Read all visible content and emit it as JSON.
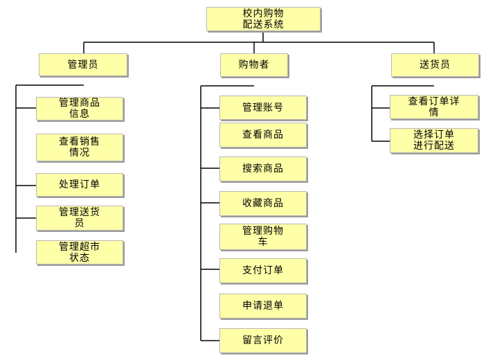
{
  "root": {
    "label": "校内购物\n配送系统"
  },
  "branches": {
    "admin": {
      "label": "管理员",
      "children": [
        "管理商品\n信息",
        "查看销售\n情况",
        "处理订单",
        "管理送货\n员",
        "管理超市\n状态"
      ]
    },
    "shopper": {
      "label": "购物者",
      "children": [
        "管理账号",
        "查看商品",
        "搜索商品",
        "收藏商品",
        "管理购物\n车",
        "支付订单",
        "申请退单",
        "留言评价"
      ]
    },
    "courier": {
      "label": "送货员",
      "children": [
        "查看订单详\n情",
        "选择订单\n进行配送"
      ]
    }
  }
}
